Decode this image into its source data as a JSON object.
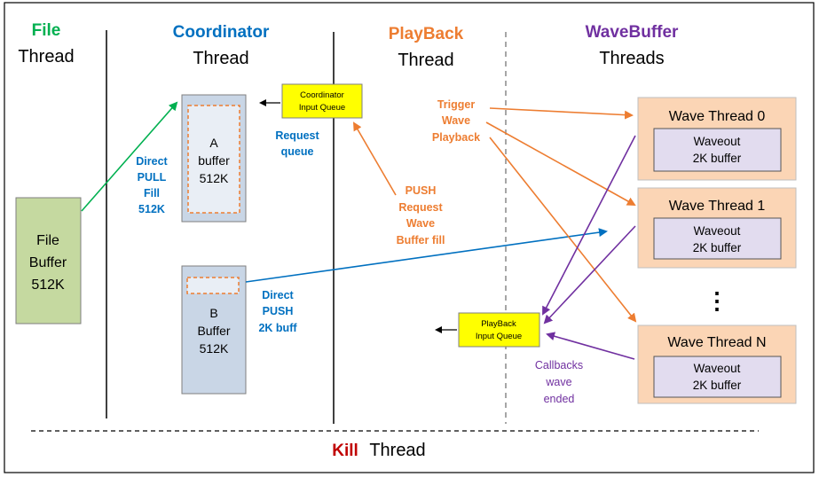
{
  "headers": {
    "file": {
      "accent": "File",
      "rest": "Thread"
    },
    "coordinator": {
      "accent": "Coordinator",
      "rest": "Thread"
    },
    "playback": {
      "accent": "PlayBack",
      "rest": "Thread"
    },
    "wavebuffer": {
      "accent": "WaveBuffer",
      "rest": "Threads"
    },
    "kill": {
      "accent": "Kill",
      "rest": "Thread"
    }
  },
  "file_buffer": {
    "line1": "File",
    "line2": "Buffer",
    "line3": "512K"
  },
  "buffer_a": {
    "line1": "A",
    "line2": "buffer",
    "line3": "512K"
  },
  "buffer_b": {
    "line1": "B",
    "line2": "Buffer",
    "line3": "512K"
  },
  "coordinator_queue": {
    "line1": "Coordinator",
    "line2": "Input Queue"
  },
  "playback_queue": {
    "line1": "PlayBack",
    "line2": "Input Queue"
  },
  "labels": {
    "direct_pull": {
      "l1": "Direct",
      "l2": "PULL",
      "l3": "Fill",
      "l4": "512K"
    },
    "direct_push": {
      "l1": "Direct",
      "l2": "PUSH",
      "l3": "2K buff"
    },
    "request_queue": {
      "l1": "Request",
      "l2": "queue"
    },
    "push_request": {
      "l1": "PUSH",
      "l2": "Request",
      "l3": "Wave",
      "l4": "Buffer fill"
    },
    "trigger": {
      "l1": "Trigger",
      "l2": "Wave",
      "l3": "Playback"
    },
    "callbacks": {
      "l1": "Callbacks",
      "l2": "wave",
      "l3": "ended"
    }
  },
  "wave_threads": [
    {
      "title": "Wave Thread 0",
      "inner1": "Waveout",
      "inner2": "2K buffer"
    },
    {
      "title": "Wave Thread 1",
      "inner1": "Waveout",
      "inner2": "2K buffer"
    },
    {
      "title": "Wave Thread N",
      "inner1": "Waveout",
      "inner2": "2K buffer"
    }
  ],
  "ellipsis": "⋮",
  "colors": {
    "file": "#00b050",
    "coordinator": "#0070c0",
    "playback": "#ed7d31",
    "wavebuffer": "#7030a0",
    "kill": "#c00000",
    "file_buffer_fill": "#c5d9a0",
    "buffer_fill": "#c9d6e6",
    "queue_fill": "#ffff00",
    "wave_fill": "#fbd5b5",
    "waveout_fill": "#e2dcef"
  }
}
